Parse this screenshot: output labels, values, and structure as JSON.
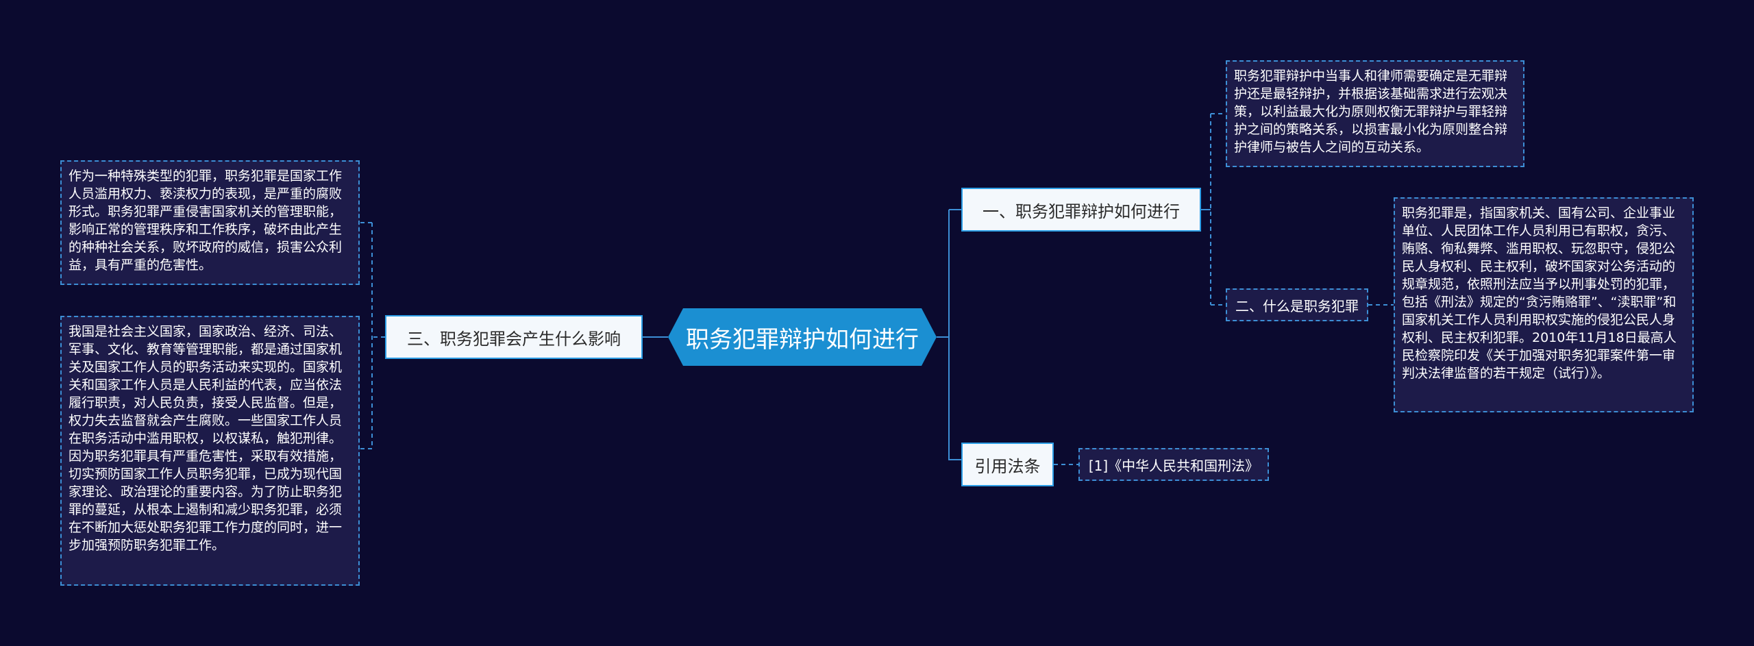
{
  "center": {
    "label": "职务犯罪辩护如何进行"
  },
  "branches": {
    "one": {
      "label": "一、职务犯罪辩护如何进行"
    },
    "cite": {
      "label": "引用法条"
    },
    "three": {
      "label": "三、职务犯罪会产生什么影响"
    }
  },
  "subs": {
    "two": {
      "label": "二、什么是职务犯罪"
    },
    "law": {
      "label": "[1]《中华人民共和国刑法》"
    }
  },
  "leaves": {
    "strategy": "职务犯罪辩护中当事人和律师需要确定是无罪辩护还是最轻辩护，并根据该基础需求进行宏观决策，以利益最大化为原则权衡无罪辩护与罪轻辩护之间的策略关系，以损害最小化为原则整合辩护律师与被告人之间的互动关系。",
    "definition": "职务犯罪是，指国家机关、国有公司、企业事业单位、人民团体工作人员利用已有职权，贪污、贿赂、徇私舞弊、滥用职权、玩忽职守，侵犯公民人身权利、民主权利，破坏国家对公务活动的规章规范，依照刑法应当予以刑事处罚的犯罪，包括《刑法》规定的“贪污贿赂罪”、“渎职罪”和国家机关工作人员利用职权实施的侵犯公民人身权利、民主权利犯罪。2010年11月18日最高人民检察院印发《关于加强对职务犯罪案件第一审判决法律监督的若干规定（试行）》。",
    "impact1": "作为一种特殊类型的犯罪，职务犯罪是国家工作人员滥用权力、亵渎权力的表现，是严重的腐败形式。职务犯罪严重侵害国家机关的管理职能，影响正常的管理秩序和工作秩序，破坏由此产生的种种社会关系，败坏政府的威信，损害公众利益，具有严重的危害性。",
    "impact2": "我国是社会主义国家，国家政治、经济、司法、军事、文化、教育等管理职能，都是通过国家机关及国家工作人员的职务活动来实现的。国家机关和国家工作人员是人民利益的代表，应当依法履行职责，对人民负责，接受人民监督。但是，权力失去监督就会产生腐败。一些国家工作人员在职务活动中滥用职权，以权谋私，触犯刑律。因为职务犯罪具有严重危害性，采取有效措施，切实预防国家工作人员职务犯罪，已成为现代国家理论、政治理论的重要内容。为了防止职务犯罪的蔓延，从根本上遏制和减少职务犯罪，必须在不断加大惩处职务犯罪工作力度的同时，进一步加强预防职务犯罪工作。"
  },
  "colors": {
    "background": "#0b0a2f",
    "center": "#1b8fd2",
    "branch_border": "#2c9ee6",
    "leaf_fill": "#1d1b49",
    "connector": "#3d8fd6"
  }
}
